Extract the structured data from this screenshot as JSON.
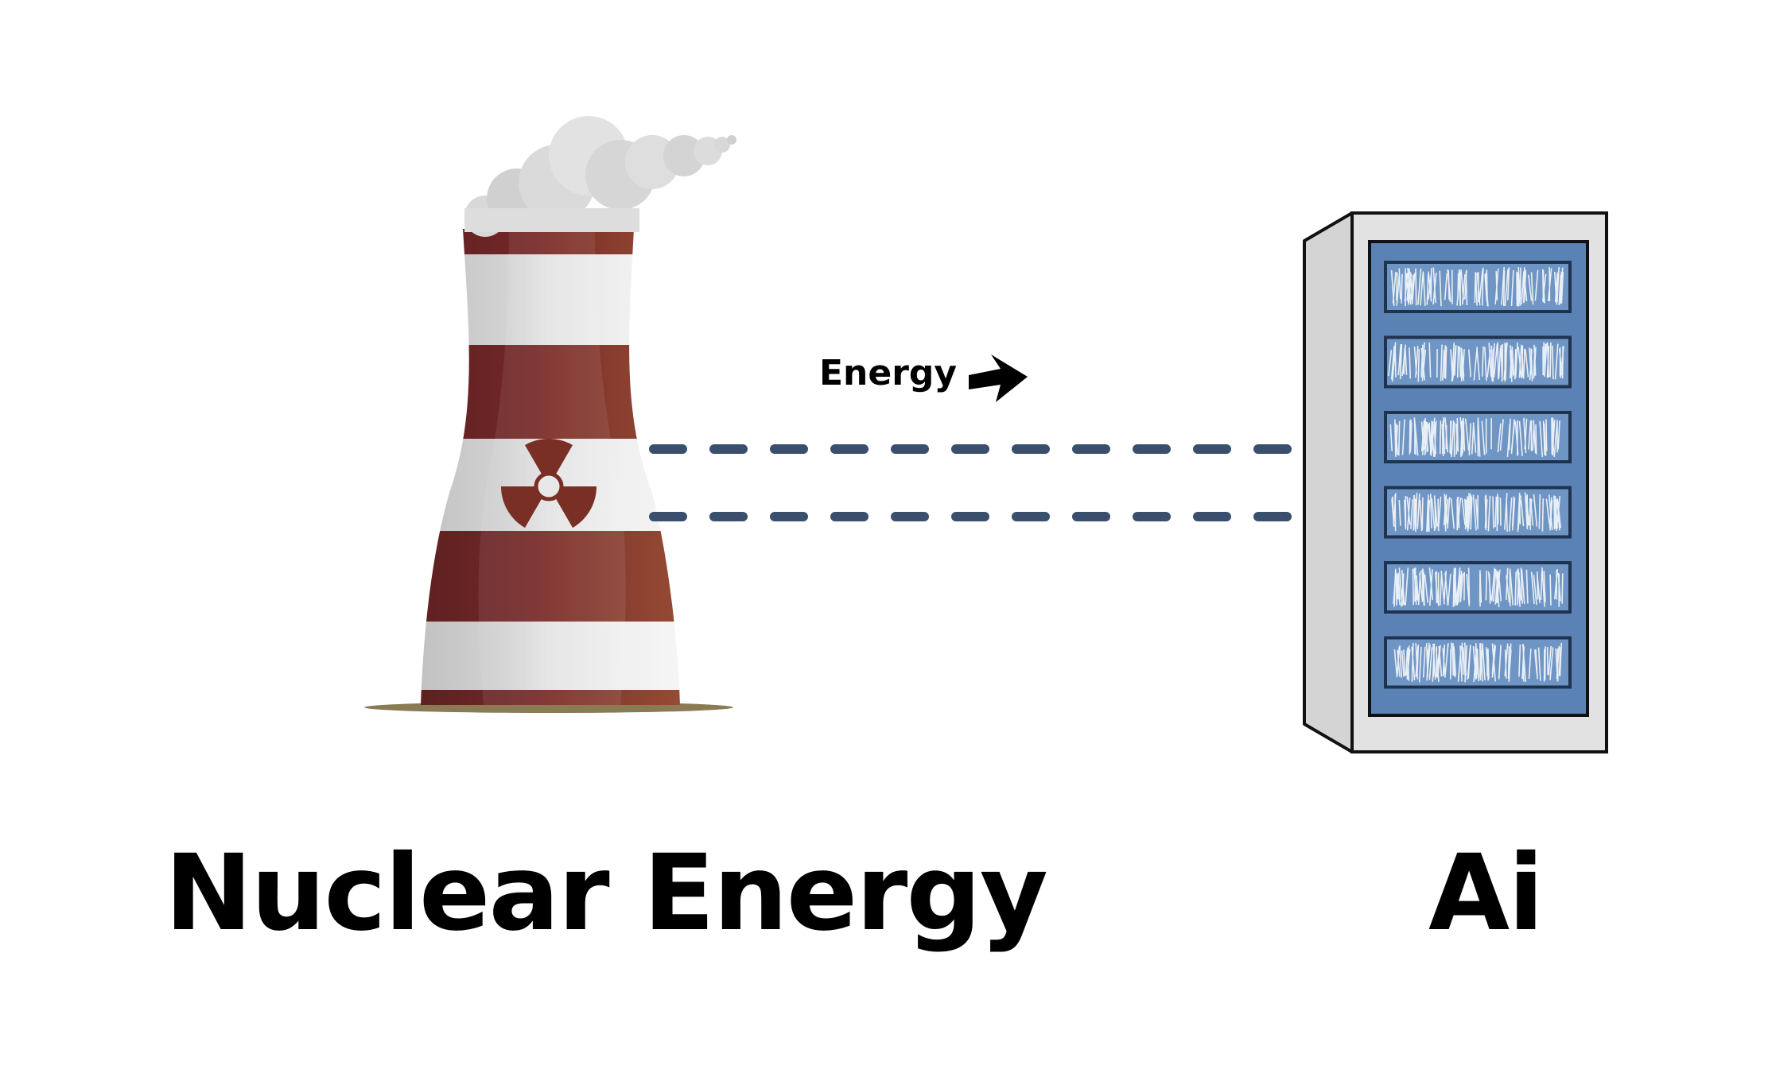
{
  "source": {
    "label": "Nuclear Energy",
    "icon": "cooling-tower-icon"
  },
  "target": {
    "label": "Ai",
    "icon": "server-rack-icon"
  },
  "flow": {
    "label": "Energy",
    "direction_icon": "arrow-right-icon",
    "connector_count": 2
  },
  "server": {
    "slot_count": 6
  },
  "colors": {
    "background": "#ffffff",
    "tower_red": "#7a2a24",
    "tower_white": "#e6e6e6",
    "connector": "#3a4f6e",
    "rack_panel": "#5b82b4",
    "rack_frame": "#e2e2e2",
    "text": "#000000"
  }
}
